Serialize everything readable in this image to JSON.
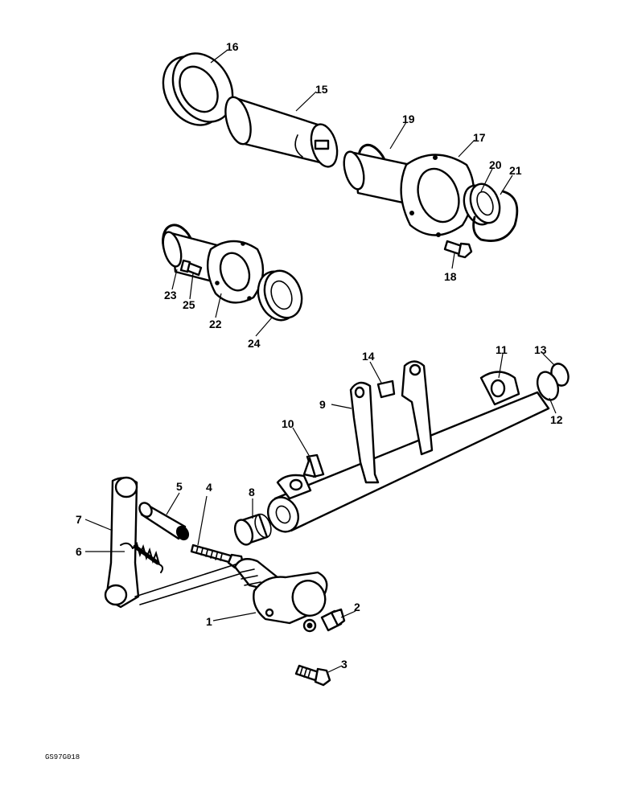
{
  "figure_code": "GS97G018",
  "callouts": {
    "c1": "1",
    "c2": "2",
    "c3": "3",
    "c4": "4",
    "c5": "5",
    "c6": "6",
    "c7": "7",
    "c8": "8",
    "c9": "9",
    "c10": "10",
    "c11": "11",
    "c12": "12",
    "c13": "13",
    "c14": "14",
    "c15": "15",
    "c16": "16",
    "c17": "17",
    "c18": "18",
    "c19": "19",
    "c20": "20",
    "c21": "21",
    "c22": "22",
    "c23": "23",
    "c24": "24",
    "c25": "25"
  }
}
